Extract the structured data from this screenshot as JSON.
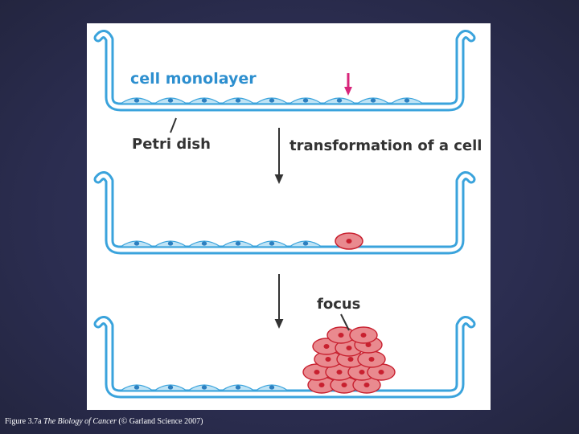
{
  "labels": {
    "cell_monolayer": "cell monolayer",
    "petri_dish": "Petri dish",
    "transformation": "transformation of a cell",
    "focus": "focus"
  },
  "caption": {
    "prefix": "Figure 3.7a",
    "book": "The Biology of Cancer",
    "suffix": "(© Garland Science 2007)"
  },
  "colors": {
    "dish_outline": "#3aa3dc",
    "normal_cell": "#bfe3f5",
    "nucleus": "#2c7fc0",
    "transformed_cell": "#e98a8f",
    "transformed_nucleus": "#c8202f",
    "arrow_magenta": "#d8247a",
    "arrow_dark": "#333333"
  }
}
